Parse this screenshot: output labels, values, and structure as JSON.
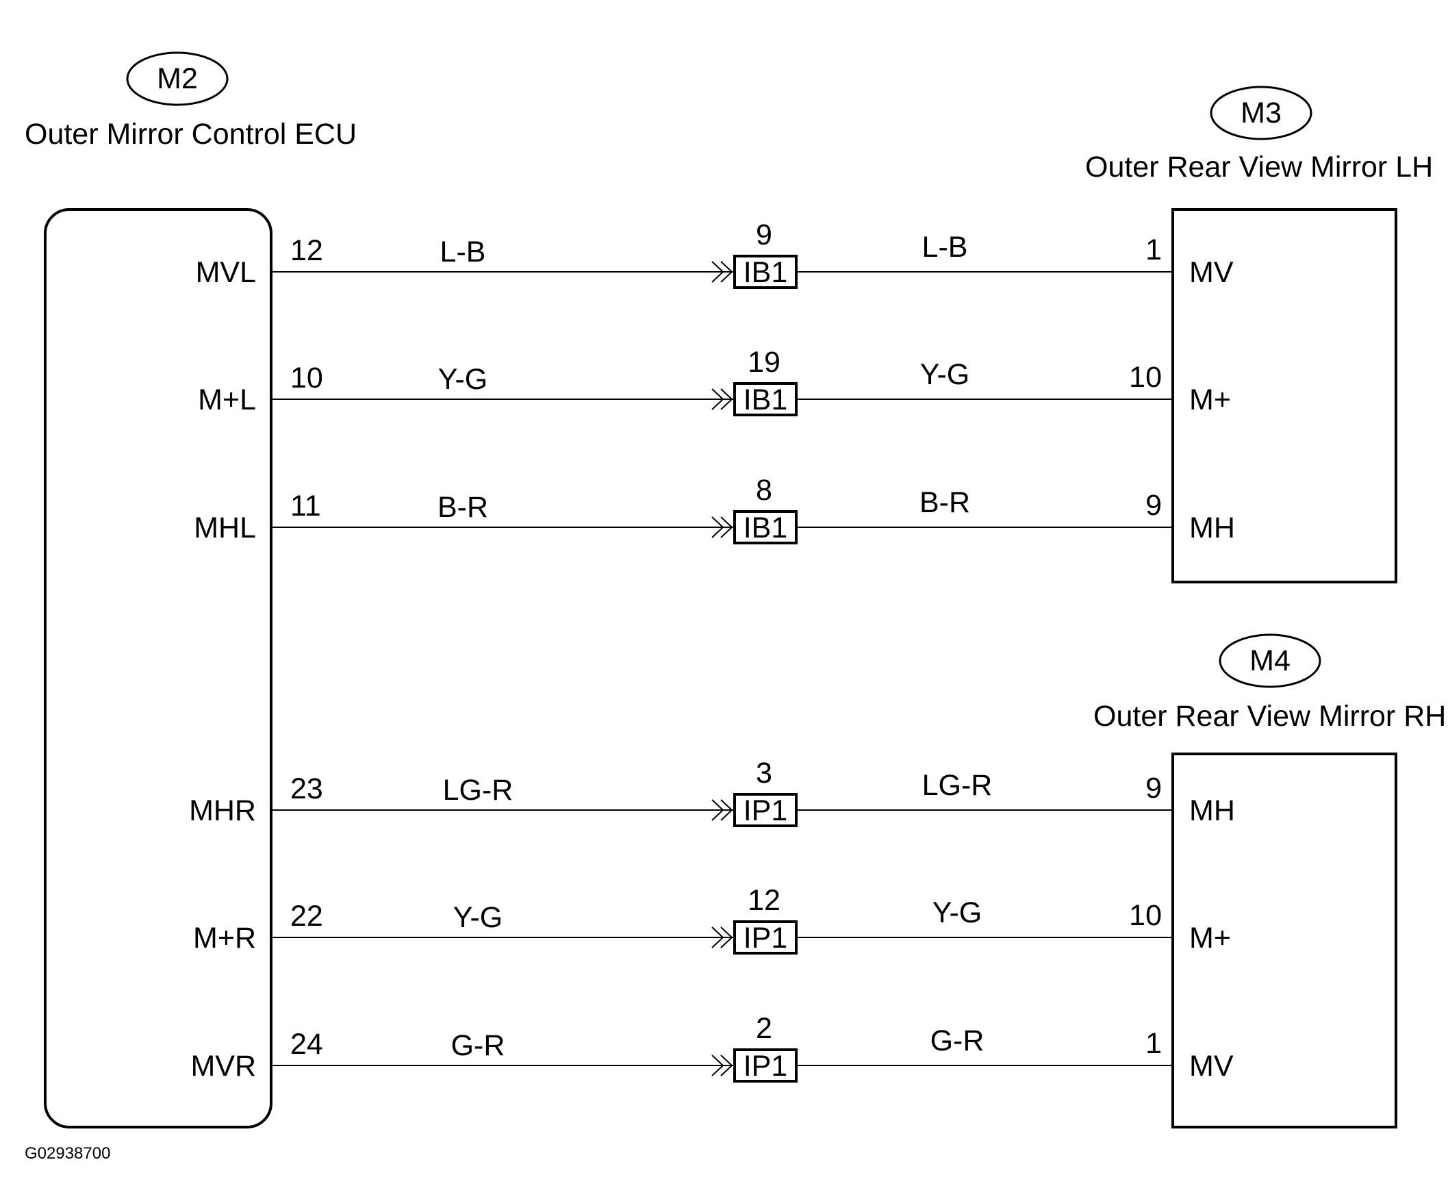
{
  "ecu": {
    "connector_id": "M2",
    "name": "Outer Mirror Control ECU"
  },
  "mirror_lh": {
    "connector_id": "M3",
    "name": "Outer Rear View Mirror LH"
  },
  "mirror_rh": {
    "connector_id": "M4",
    "name": "Outer Rear View Mirror RH"
  },
  "circuits": [
    {
      "ecu_terminal": "MVL",
      "ecu_pin": "12",
      "wire_color_left": "L-B",
      "junction_pin": "9",
      "junction": "IB1",
      "wire_color_right": "L-B",
      "mirror_pin": "1",
      "mirror_terminal": "MV"
    },
    {
      "ecu_terminal": "M+L",
      "ecu_pin": "10",
      "wire_color_left": "Y-G",
      "junction_pin": "19",
      "junction": "IB1",
      "wire_color_right": "Y-G",
      "mirror_pin": "10",
      "mirror_terminal": "M+"
    },
    {
      "ecu_terminal": "MHL",
      "ecu_pin": "11",
      "wire_color_left": "B-R",
      "junction_pin": "8",
      "junction": "IB1",
      "wire_color_right": "B-R",
      "mirror_pin": "9",
      "mirror_terminal": "MH"
    },
    {
      "ecu_terminal": "MHR",
      "ecu_pin": "23",
      "wire_color_left": "LG-R",
      "junction_pin": "3",
      "junction": "IP1",
      "wire_color_right": "LG-R",
      "mirror_pin": "9",
      "mirror_terminal": "MH"
    },
    {
      "ecu_terminal": "M+R",
      "ecu_pin": "22",
      "wire_color_left": "Y-G",
      "junction_pin": "12",
      "junction": "IP1",
      "wire_color_right": "Y-G",
      "mirror_pin": "10",
      "mirror_terminal": "M+"
    },
    {
      "ecu_terminal": "MVR",
      "ecu_pin": "24",
      "wire_color_left": "G-R",
      "junction_pin": "2",
      "junction": "IP1",
      "wire_color_right": "G-R",
      "mirror_pin": "1",
      "mirror_terminal": "MV"
    }
  ],
  "figure_code": "G02938700"
}
